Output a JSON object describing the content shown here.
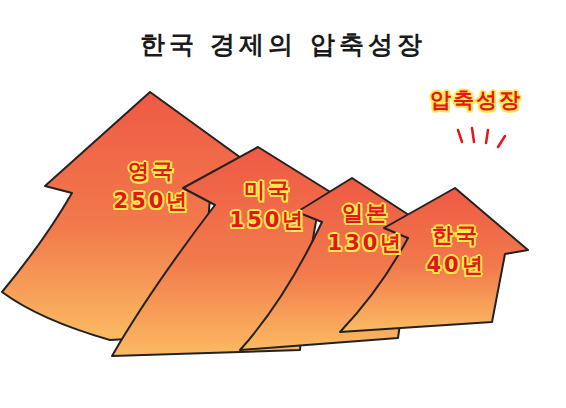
{
  "diagram": {
    "title": "한국 경제의 압축성장",
    "nodes": [
      {
        "text": [
          "영국 250년"
        ]
      },
      {
        "text": [
          "미국 150년"
        ]
      },
      {
        "text": [
          "일본 130년"
        ]
      },
      {
        "text": [
          "한국 40년"
        ]
      }
    ],
    "labels": [
      "압축성장"
    ]
  }
}
